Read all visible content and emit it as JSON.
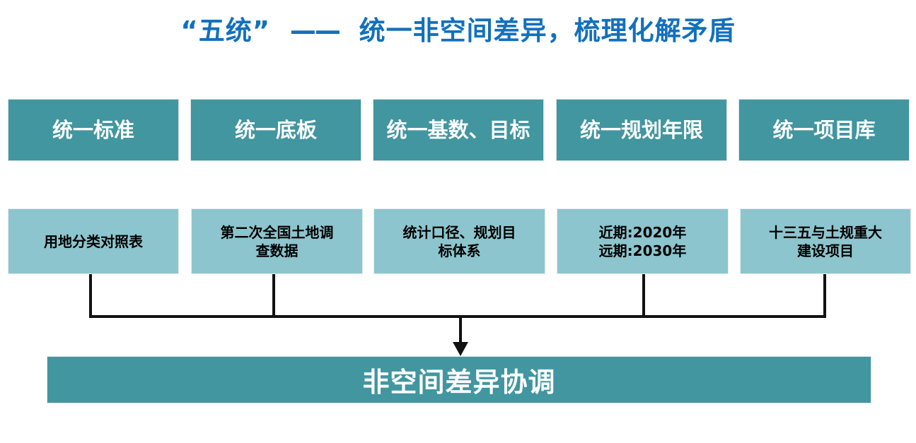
{
  "slide": {
    "title_full": "“五统” —— 统一非空间差异，梳理化解矛盾",
    "title_prefix": "“五统”",
    "title_dash": "——",
    "title_suffix": "统一非空间差异，梳理化解矛盾",
    "title_color": "#1270be",
    "background_color": "#ffffff"
  },
  "palette": {
    "header_box_fill": "#4196a0",
    "detail_box_fill": "#8cc5cd",
    "header_text_color": "#ffffff",
    "detail_text_color": "#000000",
    "connector_color": "#111111"
  },
  "columns": [
    {
      "header": "统一标准",
      "detail": "用地分类对照表",
      "detail_lines": [
        "用地分类对照表"
      ]
    },
    {
      "header": "统一底板",
      "detail": "第二次全国土地调查数据",
      "detail_lines": [
        "第二次全国土地调",
        "查数据"
      ]
    },
    {
      "header": "统一基数、目标",
      "detail": "统计口径、规划目标体系",
      "detail_lines": [
        "统计口径、规划目",
        "标体系"
      ]
    },
    {
      "header": "统一规划年限",
      "detail": "近期:2020年 远期:2030年",
      "detail_lines": [
        "近期:2020年",
        "远期:2030年"
      ]
    },
    {
      "header": "统一项目库",
      "detail": "十三五与土规重大建设项目",
      "detail_lines": [
        "十三五与土规重大",
        "建设项目"
      ]
    }
  ],
  "result": {
    "label": "非空间差异协调"
  }
}
